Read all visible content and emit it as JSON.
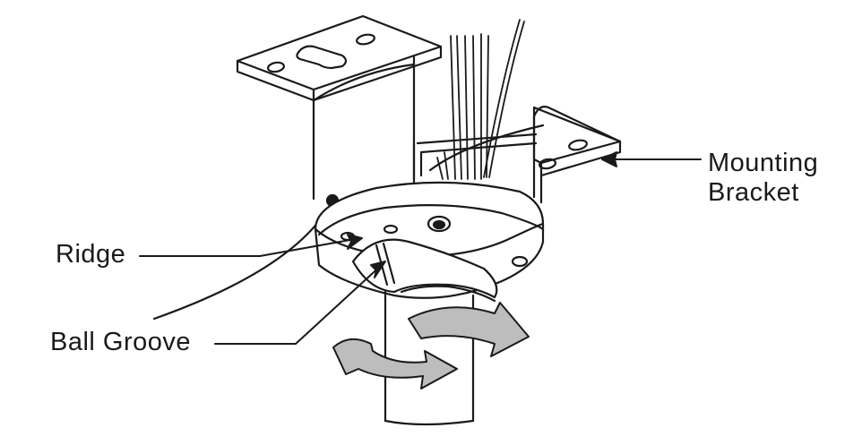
{
  "labels": {
    "mounting_line1": "Mounting",
    "mounting_line2": "Bracket",
    "ridge": "Ridge",
    "ball_groove": "Ball Groove"
  },
  "colors": {
    "ink": "#1a1a1a",
    "arrow_fill": "#bdbdbd",
    "background": "#ffffff"
  }
}
